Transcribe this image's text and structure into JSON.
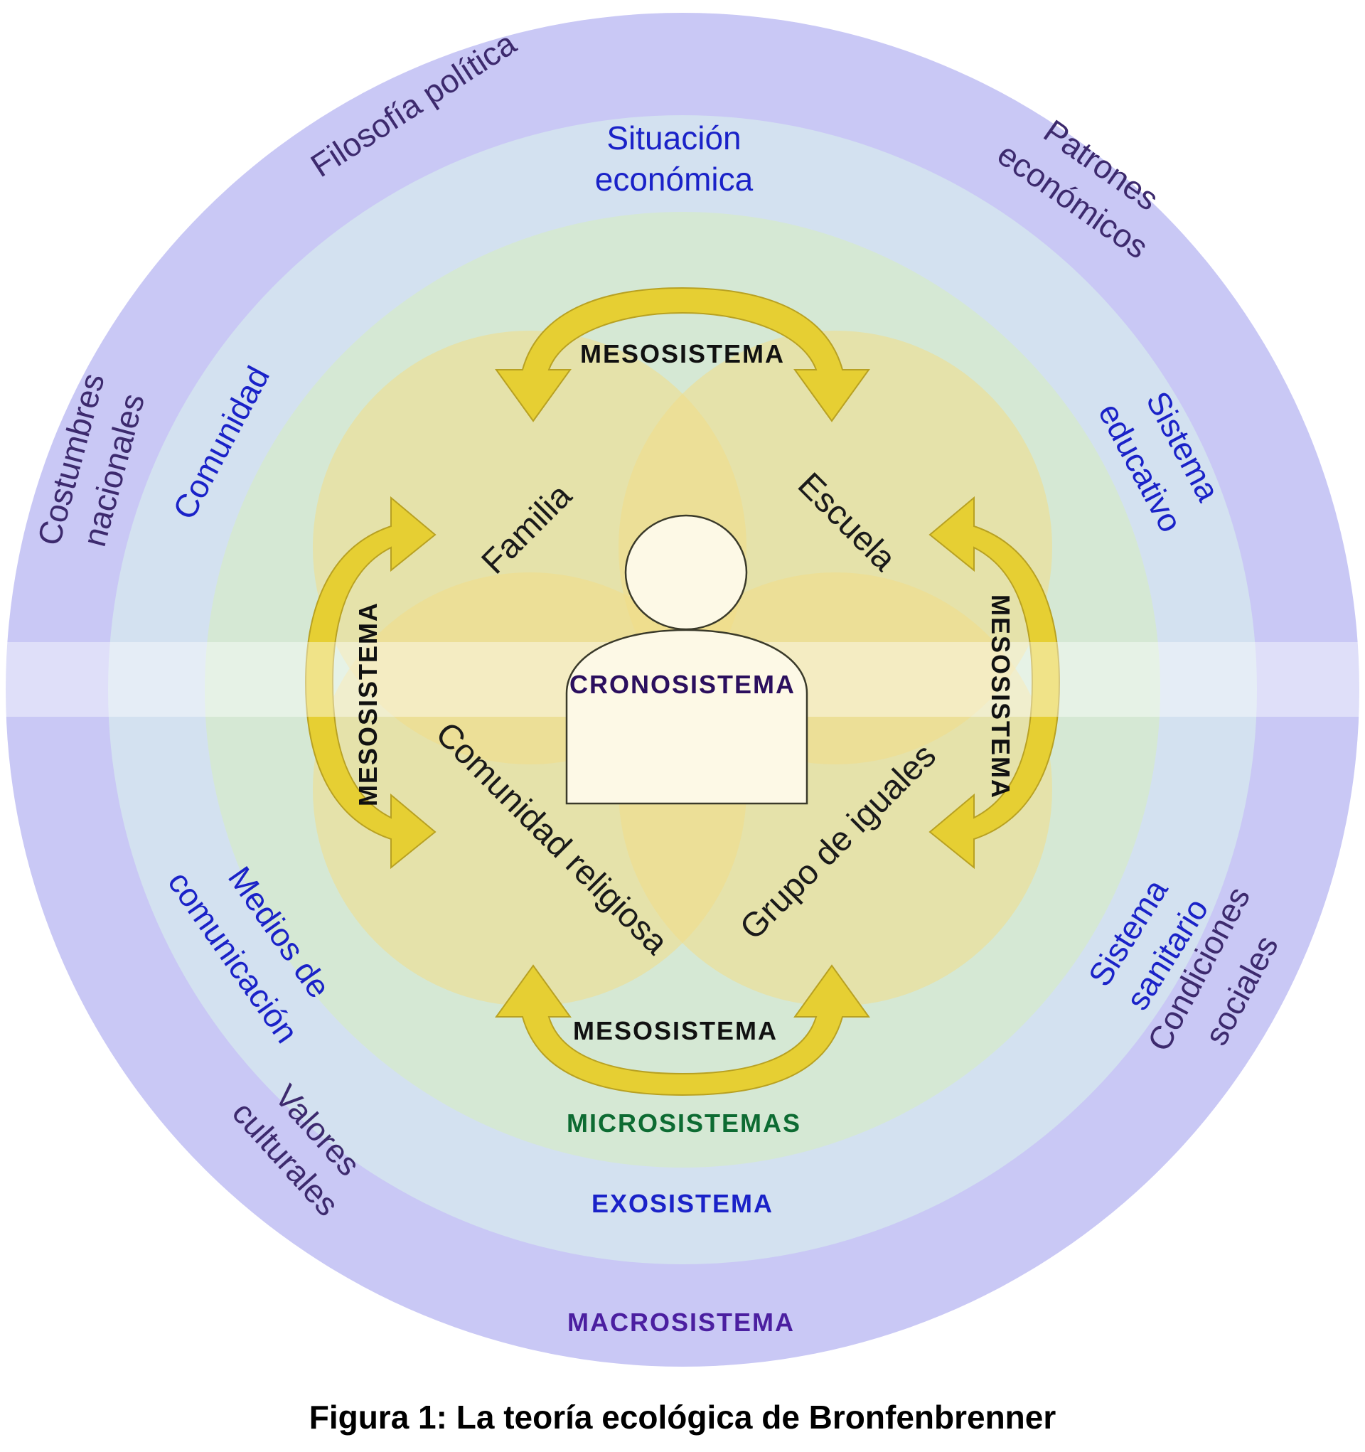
{
  "figure": {
    "caption": "Figura 1: La teoría ecológica de Bronfenbrenner"
  },
  "colors": {
    "macrosystem": "#c9c8f5",
    "exosystem": "#d3e1f0",
    "microsystem_ring": "#d5e8d4",
    "microsystem_circle": "#f3dc86",
    "arrow": "#e6cf33",
    "arrow_stroke": "#b8a122",
    "person_fill": "#fdf9e6",
    "macro_text": "#3d2a6e",
    "exo_text": "#1a22c8",
    "micro_label": "#0d6b32",
    "exo_label": "#1a22c8",
    "macro_label": "#4b1fa0",
    "crono_label": "#2b0f5e"
  },
  "layers": {
    "macrosystem": {
      "label": "MACROSISTEMA",
      "items": [
        "Filosofía política",
        "Patrones",
        "económicos",
        "Costumbres",
        "nacionales",
        "Condiciones",
        "sociales",
        "Valores",
        "culturales"
      ]
    },
    "exosystem": {
      "label": "EXOSISTEMA",
      "items": [
        "Situación",
        "económica",
        "Comunidad",
        "Sistema",
        "educativo",
        "Medios de",
        "comunicación",
        "Sistema",
        "sanitario"
      ]
    },
    "microsystems": {
      "label": "MICROSISTEMAS",
      "items": [
        "Familia",
        "Escuela",
        "Comunidad religiosa",
        "Grupo de iguales"
      ]
    },
    "mesosystem": {
      "labels": [
        "MESOSISTEMA",
        "MESOSISTEMA",
        "MESOSISTEMA",
        "MESOSISTEMA"
      ]
    },
    "chronosystem": {
      "label": "CRONOSISTEMA"
    }
  }
}
